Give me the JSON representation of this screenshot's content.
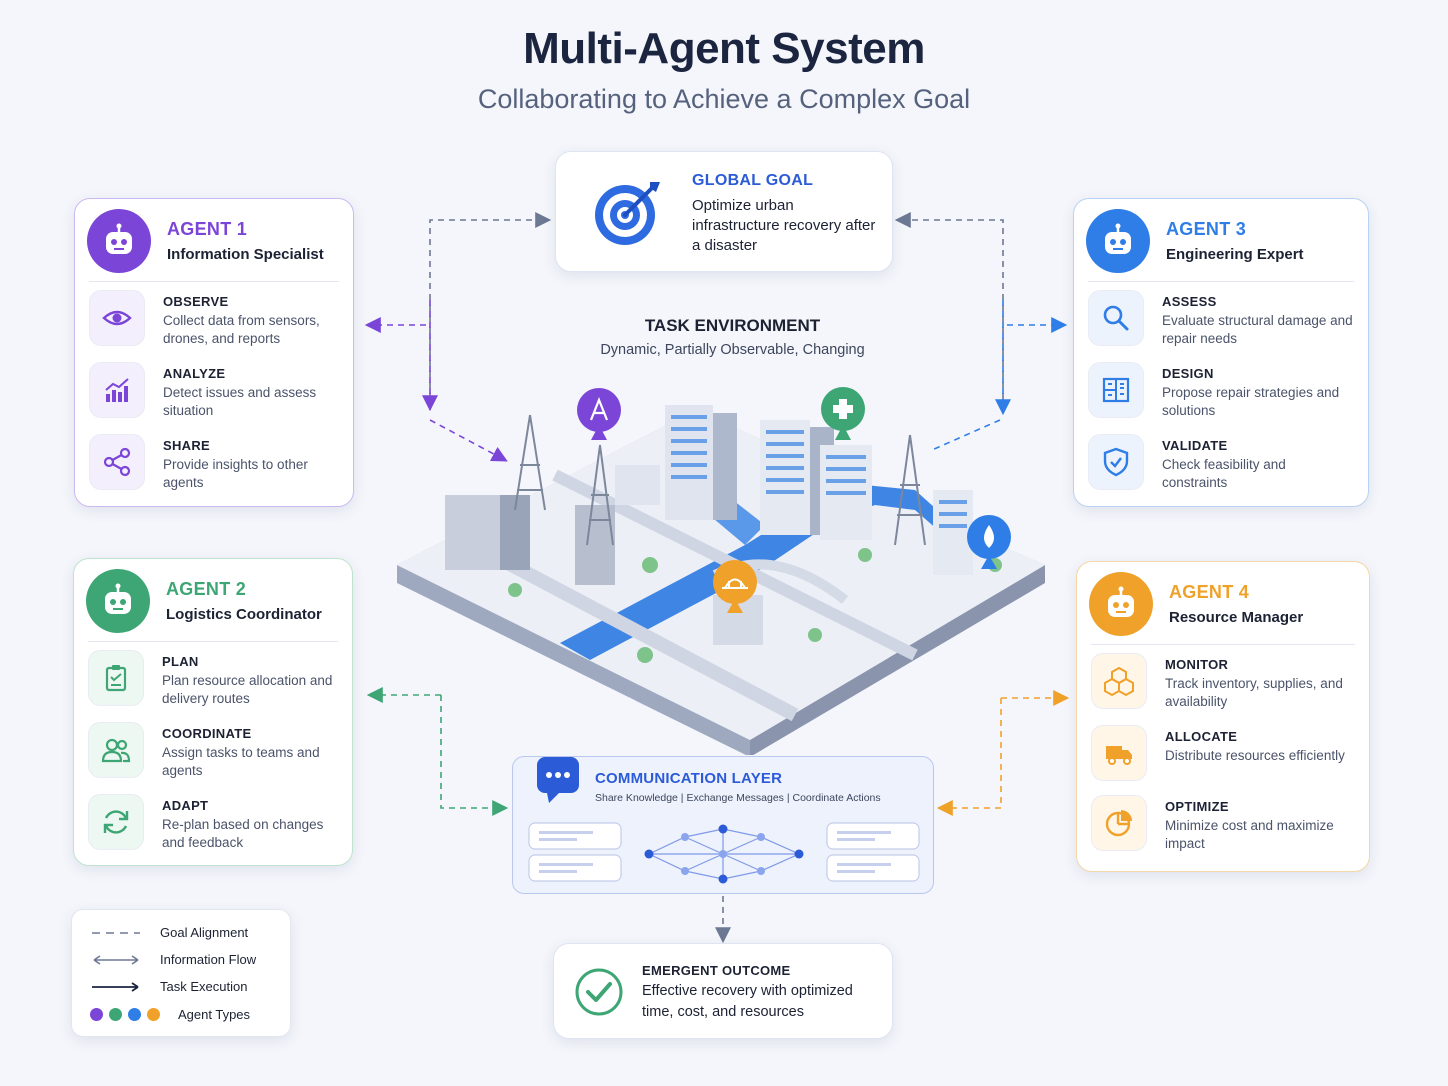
{
  "header": {
    "title": "Multi-Agent System",
    "subtitle": "Collaborating to Achieve a Complex Goal"
  },
  "colors": {
    "purple": "#7b45d8",
    "green": "#3ea574",
    "blue": "#2f7de6",
    "orange": "#f0a12a",
    "accent_blue": "#2b5bd7"
  },
  "global_goal": {
    "label": "GLOBAL GOAL",
    "text": "Optimize urban infrastructure recovery after a disaster",
    "icon": "target-icon"
  },
  "task_environment": {
    "title": "TASK ENVIRONMENT",
    "subtitle": "Dynamic, Partially Observable, Changing",
    "map_markers": [
      "radio-tower-icon",
      "medical-cross-icon",
      "bridge-icon",
      "water-drop-icon"
    ]
  },
  "agents": [
    {
      "name": "AGENT 1",
      "role": "Information Specialist",
      "color": "#7b45d8",
      "tasks": [
        {
          "title": "OBSERVE",
          "desc": "Collect data from sensors, drones, and reports",
          "icon": "eye-icon"
        },
        {
          "title": "ANALYZE",
          "desc": "Detect issues and assess situation",
          "icon": "chart-icon"
        },
        {
          "title": "SHARE",
          "desc": "Provide insights to other agents",
          "icon": "share-icon"
        }
      ]
    },
    {
      "name": "AGENT 2",
      "role": "Logistics Coordinator",
      "color": "#3ea574",
      "tasks": [
        {
          "title": "PLAN",
          "desc": "Plan resource allocation and delivery routes",
          "icon": "clipboard-icon"
        },
        {
          "title": "COORDINATE",
          "desc": "Assign tasks to teams and agents",
          "icon": "team-icon"
        },
        {
          "title": "ADAPT",
          "desc": "Re-plan based on changes and feedback",
          "icon": "refresh-icon"
        }
      ]
    },
    {
      "name": "AGENT 3",
      "role": "Engineering Expert",
      "color": "#2f7de6",
      "tasks": [
        {
          "title": "ASSESS",
          "desc": "Evaluate structural damage and repair needs",
          "icon": "magnifier-icon"
        },
        {
          "title": "DESIGN",
          "desc": "Propose repair strategies and solutions",
          "icon": "blueprint-icon"
        },
        {
          "title": "VALIDATE",
          "desc": "Check feasibility and constraints",
          "icon": "shield-check-icon"
        }
      ]
    },
    {
      "name": "AGENT 4",
      "role": "Resource Manager",
      "color": "#f0a12a",
      "tasks": [
        {
          "title": "MONITOR",
          "desc": "Track inventory, supplies, and availability",
          "icon": "boxes-icon"
        },
        {
          "title": "ALLOCATE",
          "desc": "Distribute resources efficiently",
          "icon": "truck-icon"
        },
        {
          "title": "OPTIMIZE",
          "desc": "Minimize cost and maximize impact",
          "icon": "pie-chart-icon"
        }
      ]
    }
  ],
  "communication_layer": {
    "title": "COMMUNICATION LAYER",
    "subtitle": "Share Knowledge | Exchange Messages | Coordinate Actions",
    "icon": "chat-icon"
  },
  "outcome": {
    "label": "EMERGENT OUTCOME",
    "text": "Effective recovery with optimized time, cost, and resources",
    "icon": "checkmark-icon"
  },
  "legend": {
    "items": [
      "Goal Alignment",
      "Information Flow",
      "Task Execution",
      "Agent Types"
    ]
  }
}
